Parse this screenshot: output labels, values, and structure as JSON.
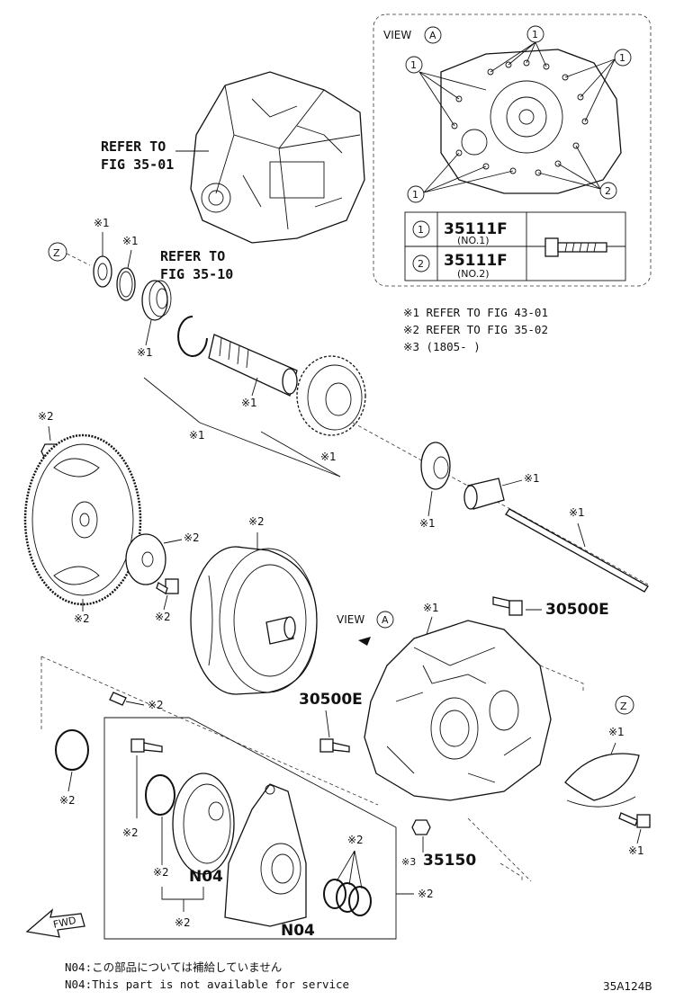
{
  "view_box": {
    "title": "VIEW",
    "circle_letter": "A",
    "callout_1": "1",
    "callout_2": "2",
    "table": [
      {
        "num": "1",
        "part": "35111F",
        "sub": "(NO.1)"
      },
      {
        "num": "2",
        "part": "35111F",
        "sub": "(NO.2)"
      }
    ]
  },
  "notes": {
    "n1": "※1 REFER TO FIG 43-01",
    "n2": "※2 REFER TO FIG 35-02",
    "n3": "※3 (1805-      )"
  },
  "refer": {
    "r1_line1": "REFER TO",
    "r1_line2": "FIG 35-01",
    "r2_line1": "REFER TO",
    "r2_line2": "FIG 35-10"
  },
  "marks": {
    "m1": "※1",
    "m2": "※2",
    "m3": "※3"
  },
  "letters": {
    "z": "Z",
    "a": "A"
  },
  "parts": {
    "p30500e": "30500E",
    "p35150": "35150",
    "n04": "N04"
  },
  "view_a_label": "VIEW",
  "fwd": "FWD",
  "footer": {
    "jp": "N04:この部品については補給していません",
    "en": "N04:This part is not available for service"
  },
  "diagram_code": "35A124B"
}
